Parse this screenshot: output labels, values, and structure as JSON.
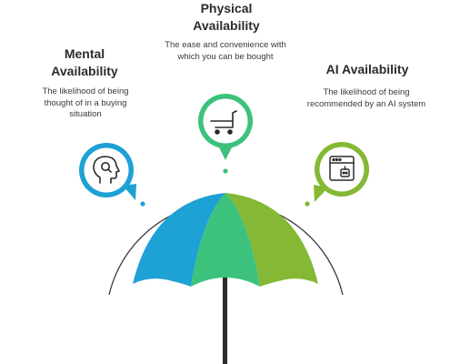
{
  "mental": {
    "title": "Mental Availability",
    "description": "The likelihood of being thought of in a buying situation",
    "icon": "head-search-icon",
    "color": "#1ea1d4"
  },
  "physical": {
    "title": "Physical Availability",
    "description": "The ease and convenience with which you can be bought",
    "icon": "shopping-cart-icon",
    "color": "#3cc27c"
  },
  "ai": {
    "title": "AI Availability",
    "description": "The likelihood of being recommended by an AI system",
    "icon": "browser-robot-icon",
    "color": "#84b835"
  },
  "umbrella": {
    "colors": [
      "#1ea1d4",
      "#3cc27c",
      "#84b835"
    ],
    "handle_color": "#2b2b2b",
    "arc_color": "#3b3b3b"
  }
}
